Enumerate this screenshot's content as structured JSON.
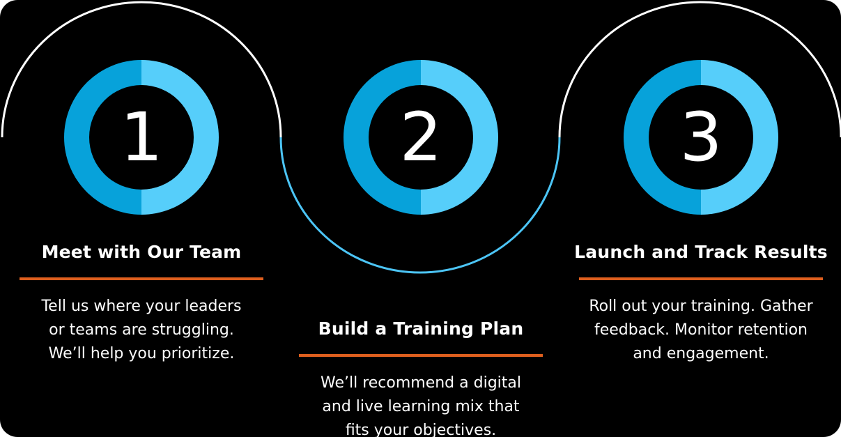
{
  "canvas": {
    "background": "#000000",
    "page_background": "#FFFFFF"
  },
  "colors": {
    "ring_left_half": "#07A2DA",
    "ring_right_half": "#56CEFA",
    "connector_white": "#FFFFFF",
    "connector_blue": "#4CC5F6",
    "divider": "#DE5F1E",
    "title_text": "#FFFFFF",
    "body_text": "#FCFCFC",
    "number_text": "#FFFFFF"
  },
  "steps": [
    {
      "number": "1",
      "title": "Meet with Our Team",
      "lines": [
        "Tell us where your leaders",
        "or teams are struggling.",
        "We’ll help you prioritize."
      ]
    },
    {
      "number": "2",
      "title": "Build a Training Plan",
      "lines": [
        "We’ll recommend a digital",
        "and live learning mix that",
        "fits your objectives."
      ]
    },
    {
      "number": "3",
      "title": "Launch and Track Results",
      "lines": [
        "Roll out your training. Gather",
        "feedback. Monitor retention",
        "and engagement."
      ]
    }
  ]
}
